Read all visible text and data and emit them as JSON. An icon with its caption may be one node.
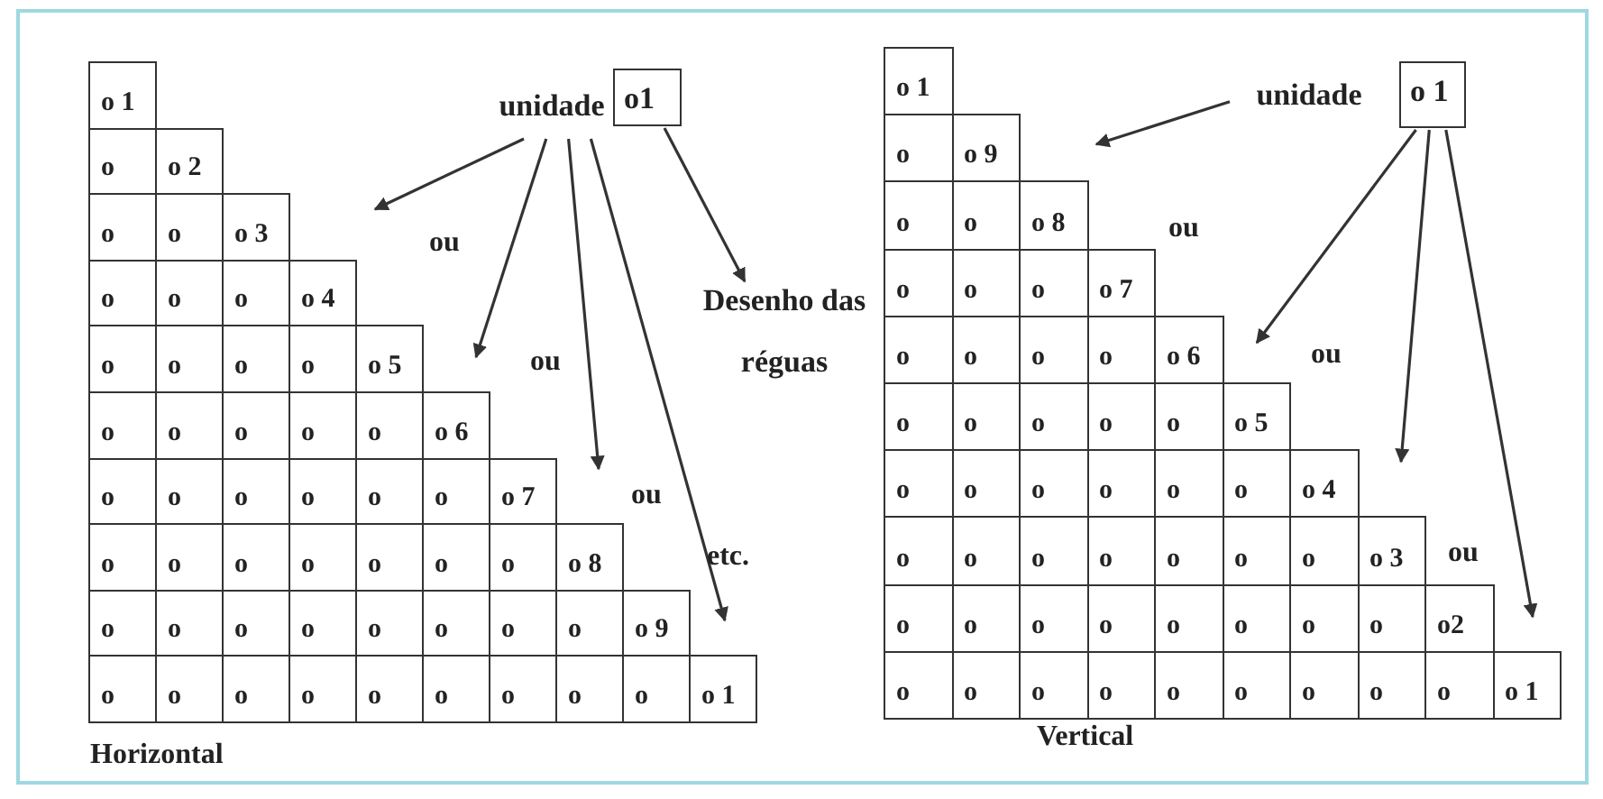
{
  "diagram": {
    "nodes": [
      {
        "text": [
          "unidade"
        ]
      },
      {
        "text": [
          "o1"
        ]
      },
      {
        "text": [
          "Desenho das réguas"
        ]
      },
      {
        "text": [
          "unidade"
        ]
      },
      {
        "text": [
          "o 1"
        ]
      }
    ],
    "edges": [
      {
        "from": 0,
        "to": null,
        "arrow": "to"
      },
      {
        "from": 0,
        "to": null,
        "arrow": "to"
      },
      {
        "from": 0,
        "to": null,
        "arrow": "to"
      },
      {
        "from": 0,
        "to": null,
        "arrow": "to"
      },
      {
        "from": 1,
        "to": 2,
        "arrow": "to"
      },
      {
        "from": 3,
        "to": null,
        "arrow": "to"
      },
      {
        "from": 4,
        "to": null,
        "arrow": "to"
      },
      {
        "from": 4,
        "to": null,
        "arrow": "to"
      },
      {
        "from": 4,
        "to": null,
        "arrow": "to"
      }
    ],
    "labels": [
      "o 1",
      "o",
      "o 2",
      "o",
      "o",
      "o 3",
      "o",
      "o",
      "o",
      "o 4",
      "o",
      "o",
      "o",
      "o",
      "o 5",
      "o",
      "o",
      "o",
      "o",
      "o",
      "o 6",
      "o",
      "o",
      "o",
      "o",
      "o",
      "o",
      "o 7",
      "o",
      "o",
      "o",
      "o",
      "o",
      "o",
      "o",
      "o 8",
      "o",
      "o",
      "o",
      "o",
      "o",
      "o",
      "o",
      "o",
      "o 9",
      "o",
      "o",
      "o",
      "o",
      "o",
      "o",
      "o",
      "o",
      "o",
      "o 1",
      "ou",
      "ou",
      "ou",
      "etc.",
      "Horizontal",
      "o 1",
      "o",
      "o 9",
      "o",
      "o",
      "o 8",
      "o",
      "o",
      "o",
      "o 7",
      "o",
      "o",
      "o",
      "o",
      "o 6",
      "o",
      "o",
      "o",
      "o",
      "o",
      "o 5",
      "o",
      "o",
      "o",
      "o",
      "o",
      "o",
      "o 4",
      "o",
      "o",
      "o",
      "o",
      "o",
      "o",
      "o",
      "o 3",
      "o",
      "o",
      "o",
      "o",
      "o",
      "o",
      "o",
      "o",
      "o2",
      "o",
      "o",
      "o",
      "o",
      "o",
      "o",
      "o",
      "o",
      "o",
      "o 1",
      "ou",
      "ou",
      "ou",
      "Vertical"
    ]
  }
}
